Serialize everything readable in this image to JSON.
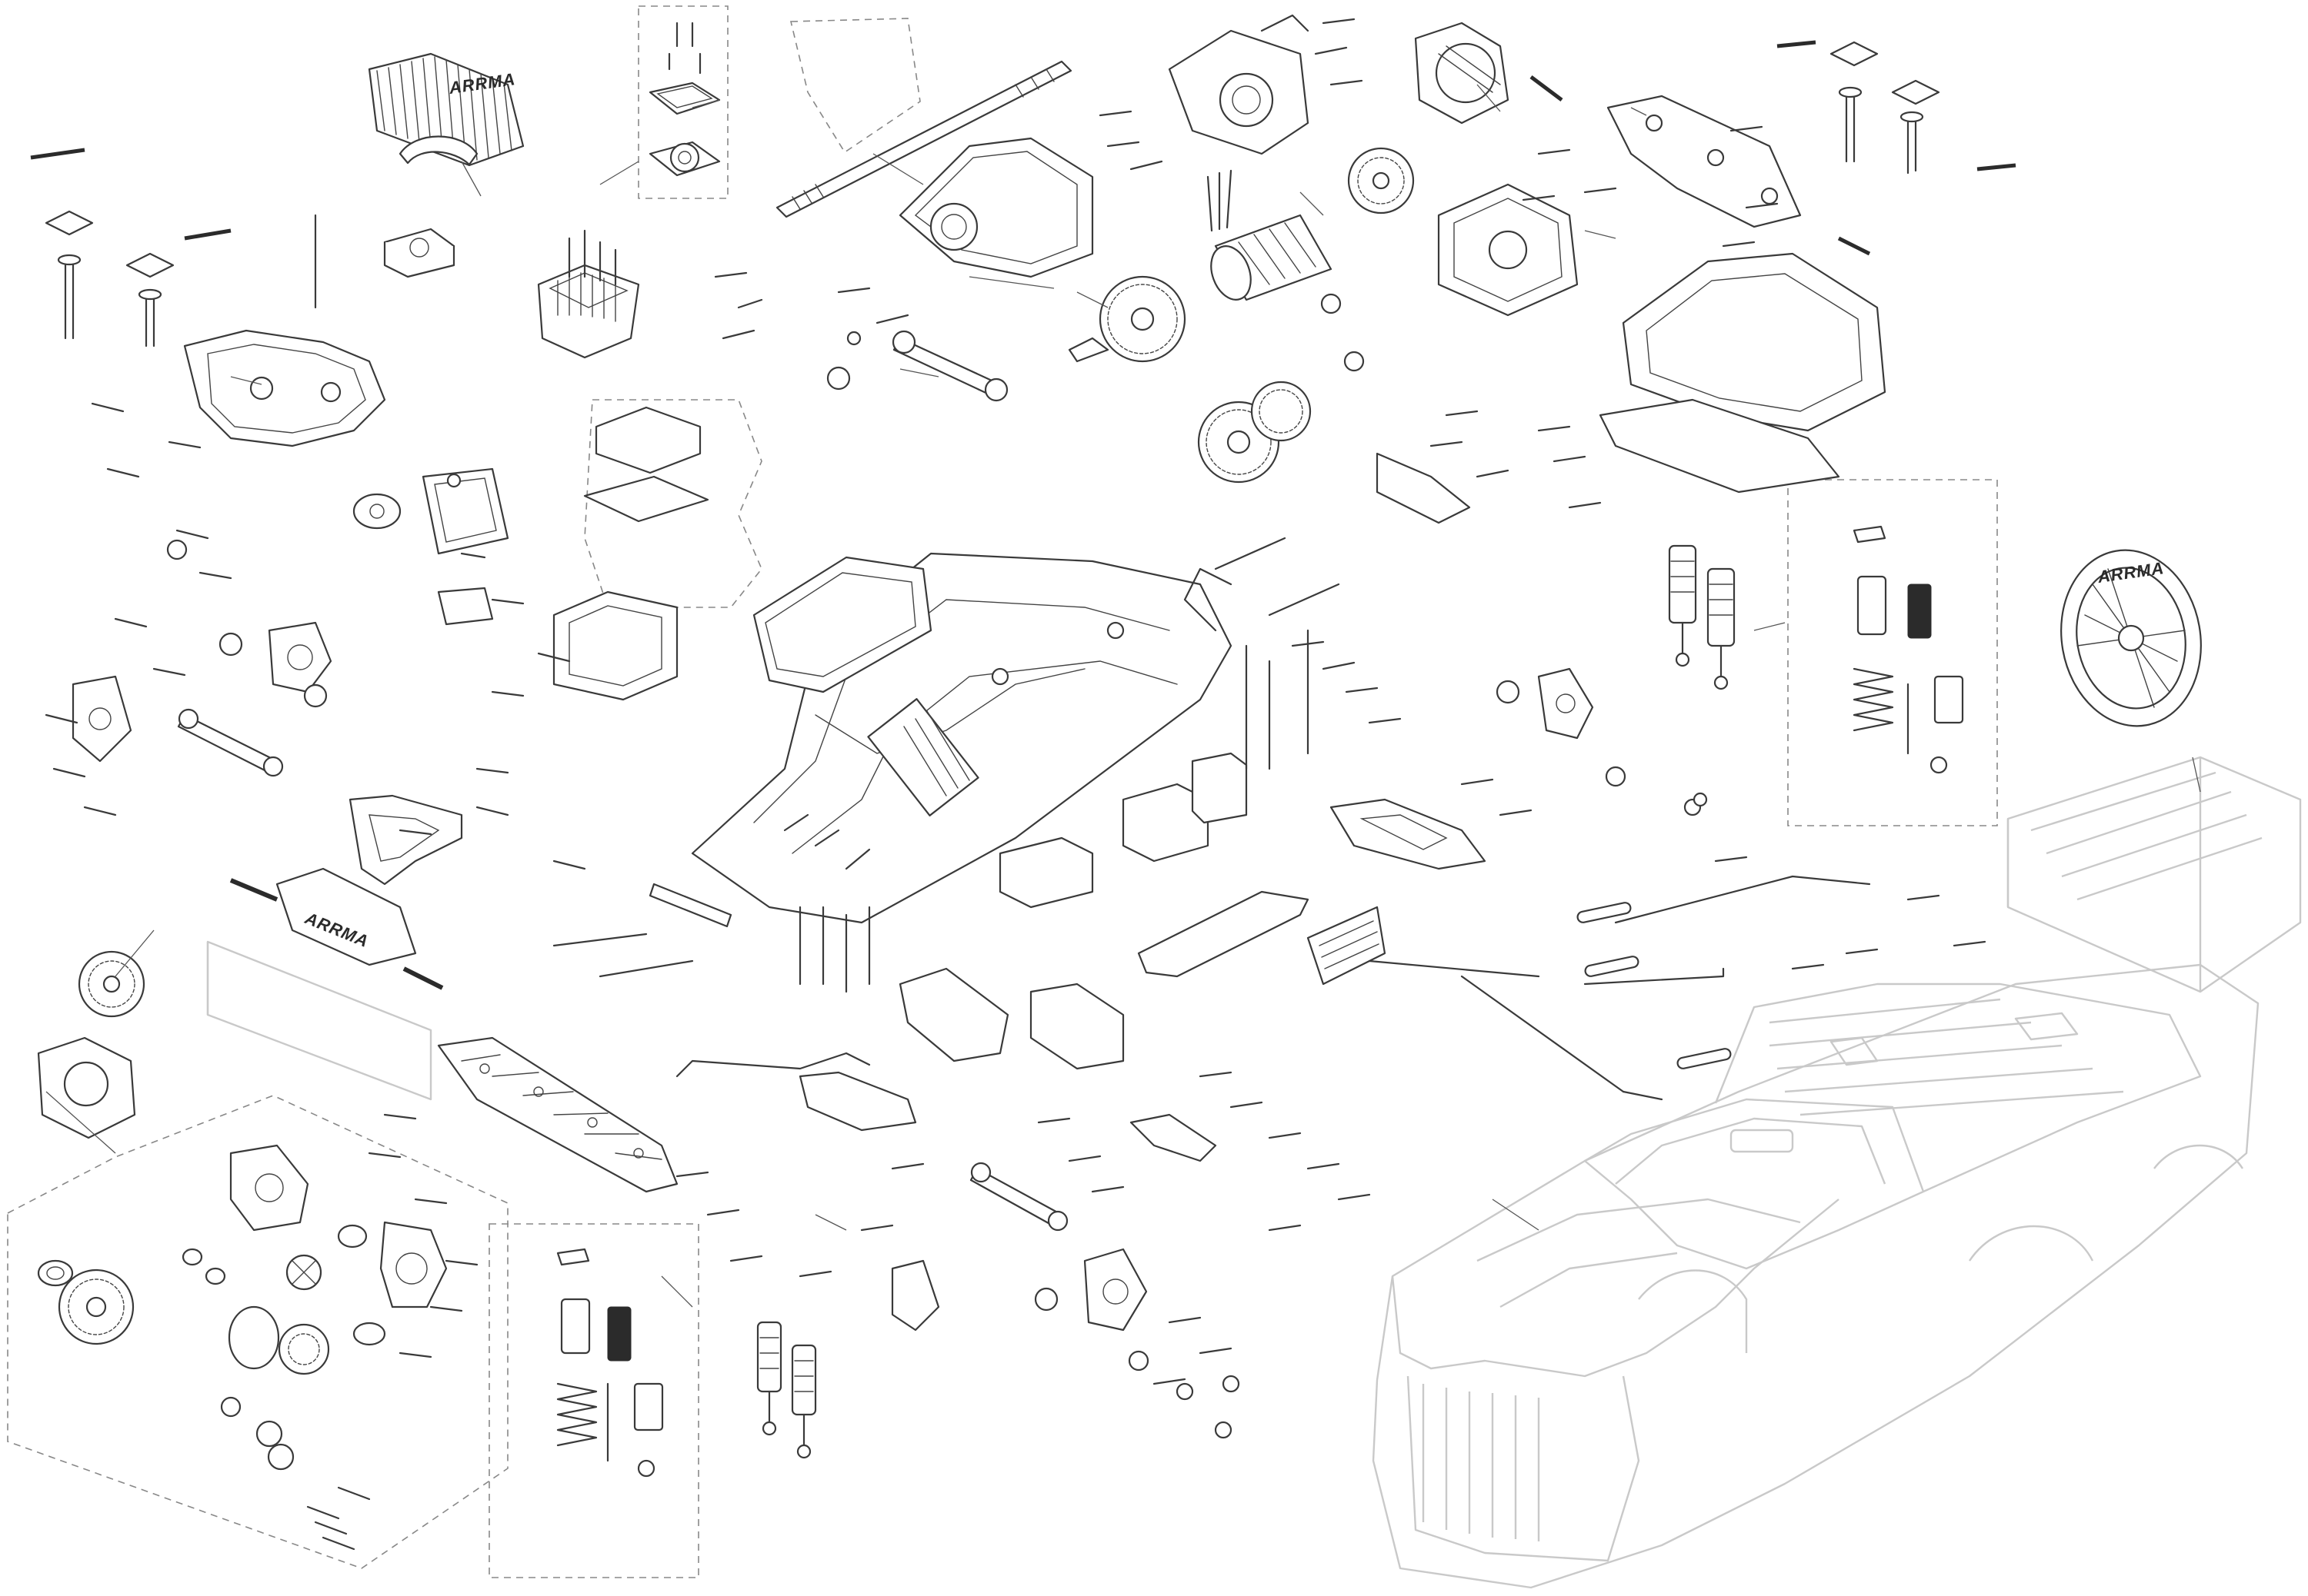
{
  "diagram": {
    "type": "exploded-parts-view",
    "subject": "RC truck",
    "brand_marks": [
      {
        "part": "motor-heatsink",
        "text": "ARRMA"
      },
      {
        "part": "front-bumper-mount",
        "text": "ARRMA"
      },
      {
        "part": "front-tire",
        "text": "ARRMA"
      }
    ],
    "ink_color": "#3a3a3a",
    "body_line_color": "#c9c9c9",
    "background": "#ffffff"
  }
}
